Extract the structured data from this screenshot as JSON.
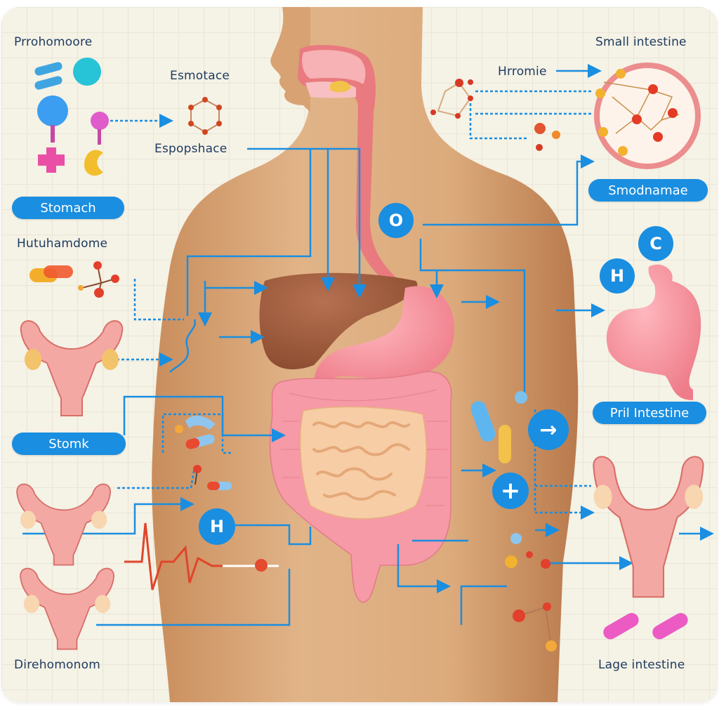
{
  "diagram": {
    "labels": {
      "top_left": "Prrohomoore",
      "esmotace": "Esmotace",
      "espopshace": "Espopshace",
      "stomach_pill": "Stomach",
      "hutuhamdome": "Hutuhamdome",
      "stomk_pill": "Stomk",
      "bottom_left": "Direhomonom",
      "top_right": "Small intestine",
      "hrromie": "Hrromie",
      "smodnamae_pill": "Smodnamae",
      "pril_pill": "Pril Intestine",
      "bottom_right": "Lage intestine"
    },
    "symbols": {
      "circle_o": "O",
      "circle_c": "C",
      "circle_h_right": "H",
      "circle_h_left": "H",
      "circle_plus": "+",
      "circle_arrow": "→"
    },
    "colors": {
      "accent_blue": "#1a8ee0",
      "label_text": "#1c3a5e",
      "skin": "#d9a574",
      "organ_pink": "#f28a95",
      "liver": "#9c5a3a",
      "background": "#f5f2e6"
    }
  }
}
